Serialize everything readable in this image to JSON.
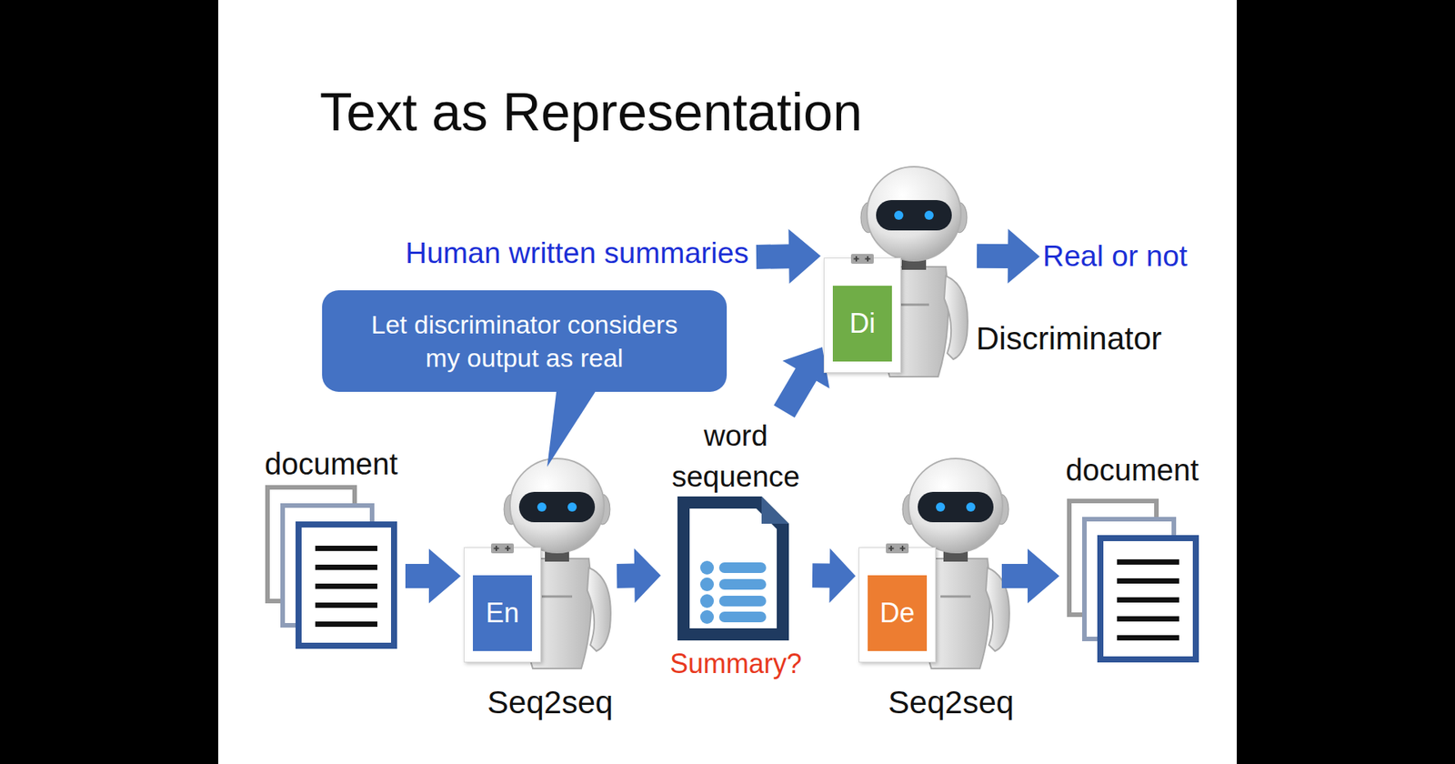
{
  "diagram": {
    "title": "Text as Representation",
    "nodes": [
      {
        "text": [
          "Human written summaries"
        ]
      },
      {
        "text": [
          "Di",
          "Discriminator"
        ]
      },
      {
        "text": [
          "Real or not"
        ]
      },
      {
        "text": [
          "Let discriminator considers my output as real"
        ]
      },
      {
        "text": [
          "document"
        ]
      },
      {
        "text": [
          "En",
          "Seq2seq"
        ]
      },
      {
        "text": [
          "word sequence",
          "Summary?"
        ]
      },
      {
        "text": [
          "De",
          "Seq2seq"
        ]
      },
      {
        "text": [
          "document"
        ]
      }
    ],
    "edges": [
      {
        "from": 0,
        "to": 1,
        "arrow": "to"
      },
      {
        "from": 1,
        "to": 2,
        "arrow": "to"
      },
      {
        "from": 4,
        "to": 5,
        "arrow": "to"
      },
      {
        "from": 5,
        "to": 6,
        "arrow": "to"
      },
      {
        "from": 6,
        "to": 7,
        "arrow": "to"
      },
      {
        "from": 7,
        "to": 8,
        "arrow": "to"
      },
      {
        "from": 6,
        "to": 1,
        "arrow": "to"
      }
    ]
  }
}
